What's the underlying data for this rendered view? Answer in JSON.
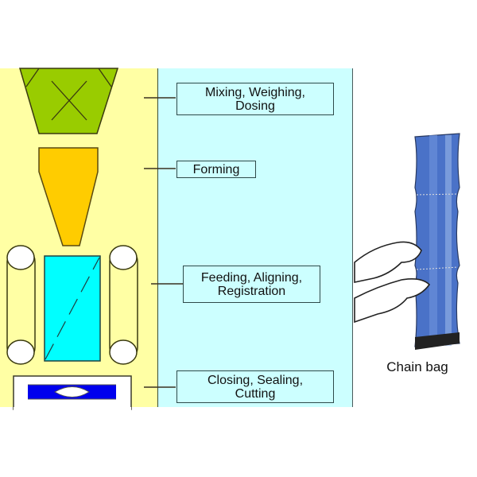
{
  "diagram": {
    "stages": [
      {
        "id": "dosing",
        "label": "Mixing, Weighing,\nDosing",
        "icon": "hopper-icon",
        "color": "#99cc00"
      },
      {
        "id": "forming",
        "label": "Forming",
        "icon": "forming-funnel-icon",
        "color": "#ffcc00"
      },
      {
        "id": "feeding",
        "label": "Feeding, Aligning,\nRegistration",
        "icon": "belt-feeder-icon",
        "color": "#00ffff"
      },
      {
        "id": "sealing",
        "label": "Closing, Sealing,\nCutting",
        "icon": "sealing-jaws-icon",
        "color": "#0000ff"
      }
    ],
    "illustration": {
      "caption": "Chain bag",
      "icon": "chain-bag-illustration"
    },
    "colors": {
      "machine_panel": "#ffffa4",
      "label_panel": "#ccffff",
      "bag_blue": "#4a72c8"
    }
  }
}
